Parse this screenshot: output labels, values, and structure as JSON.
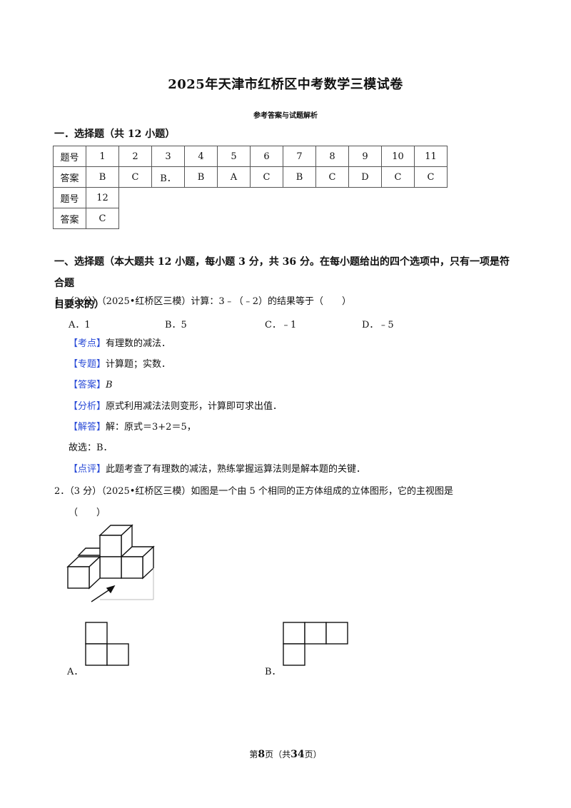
{
  "doc": {
    "title": "2025年天津市红桥区中考数学三模试卷",
    "subtitle": "参考答案与试题解析"
  },
  "section1": {
    "heading": "一．选择题（共 12 小题）",
    "table": {
      "row1_label": "题号",
      "row2_label": "答案",
      "numbers": [
        "1",
        "2",
        "3",
        "4",
        "5",
        "6",
        "7",
        "8",
        "9",
        "10",
        "11"
      ],
      "answers": [
        "B",
        "C",
        "B．",
        "B",
        "A",
        "C",
        "B",
        "C",
        "D",
        "C",
        "C"
      ],
      "row3_label": "题号",
      "row4_label": "答案",
      "number12": "12",
      "answer12": "C"
    }
  },
  "section2": {
    "heading_line1": "一、选择题（本大题共 12 小题，每小题 3 分，共 36 分。在每小题给出的四个选项中，只有一项是符合题",
    "heading_line2": "目要求的）"
  },
  "q1": {
    "stem": "1．（3 分）（2025•红桥区三模）计算：3﹣（﹣2）的结果等于（　　）",
    "options": [
      "A．1",
      "B．5",
      "C．﹣1",
      "D．﹣5"
    ],
    "kaodian_tag": "【考点】",
    "kaodian": "有理数的减法．",
    "zhuanti_tag": "【专题】",
    "zhuanti": "计算题；实数．",
    "daan_tag": "【答案】",
    "daan": "B",
    "fenxi_tag": "【分析】",
    "fenxi": "原式利用减法法则变形，计算即可求出值．",
    "jieda_tag": "【解答】",
    "jieda": "解：原式＝3+2＝5，",
    "guxuan": "故选：B．",
    "dianping_tag": "【点评】",
    "dianping": "此题考查了有理数的减法，熟练掌握运算法则是解本题的关键．"
  },
  "q2": {
    "stem_line1": "2．（3 分）（2025•红桥区三模）如图是一个由 5 个相同的正方体组成的立体图形，它的主视图是",
    "stem_line2": "（　　）",
    "optA": "A．",
    "optB": "B．"
  },
  "footer": {
    "prefix": "第",
    "page": "8",
    "mid": "页（共",
    "total": "34",
    "suffix": "页）"
  }
}
